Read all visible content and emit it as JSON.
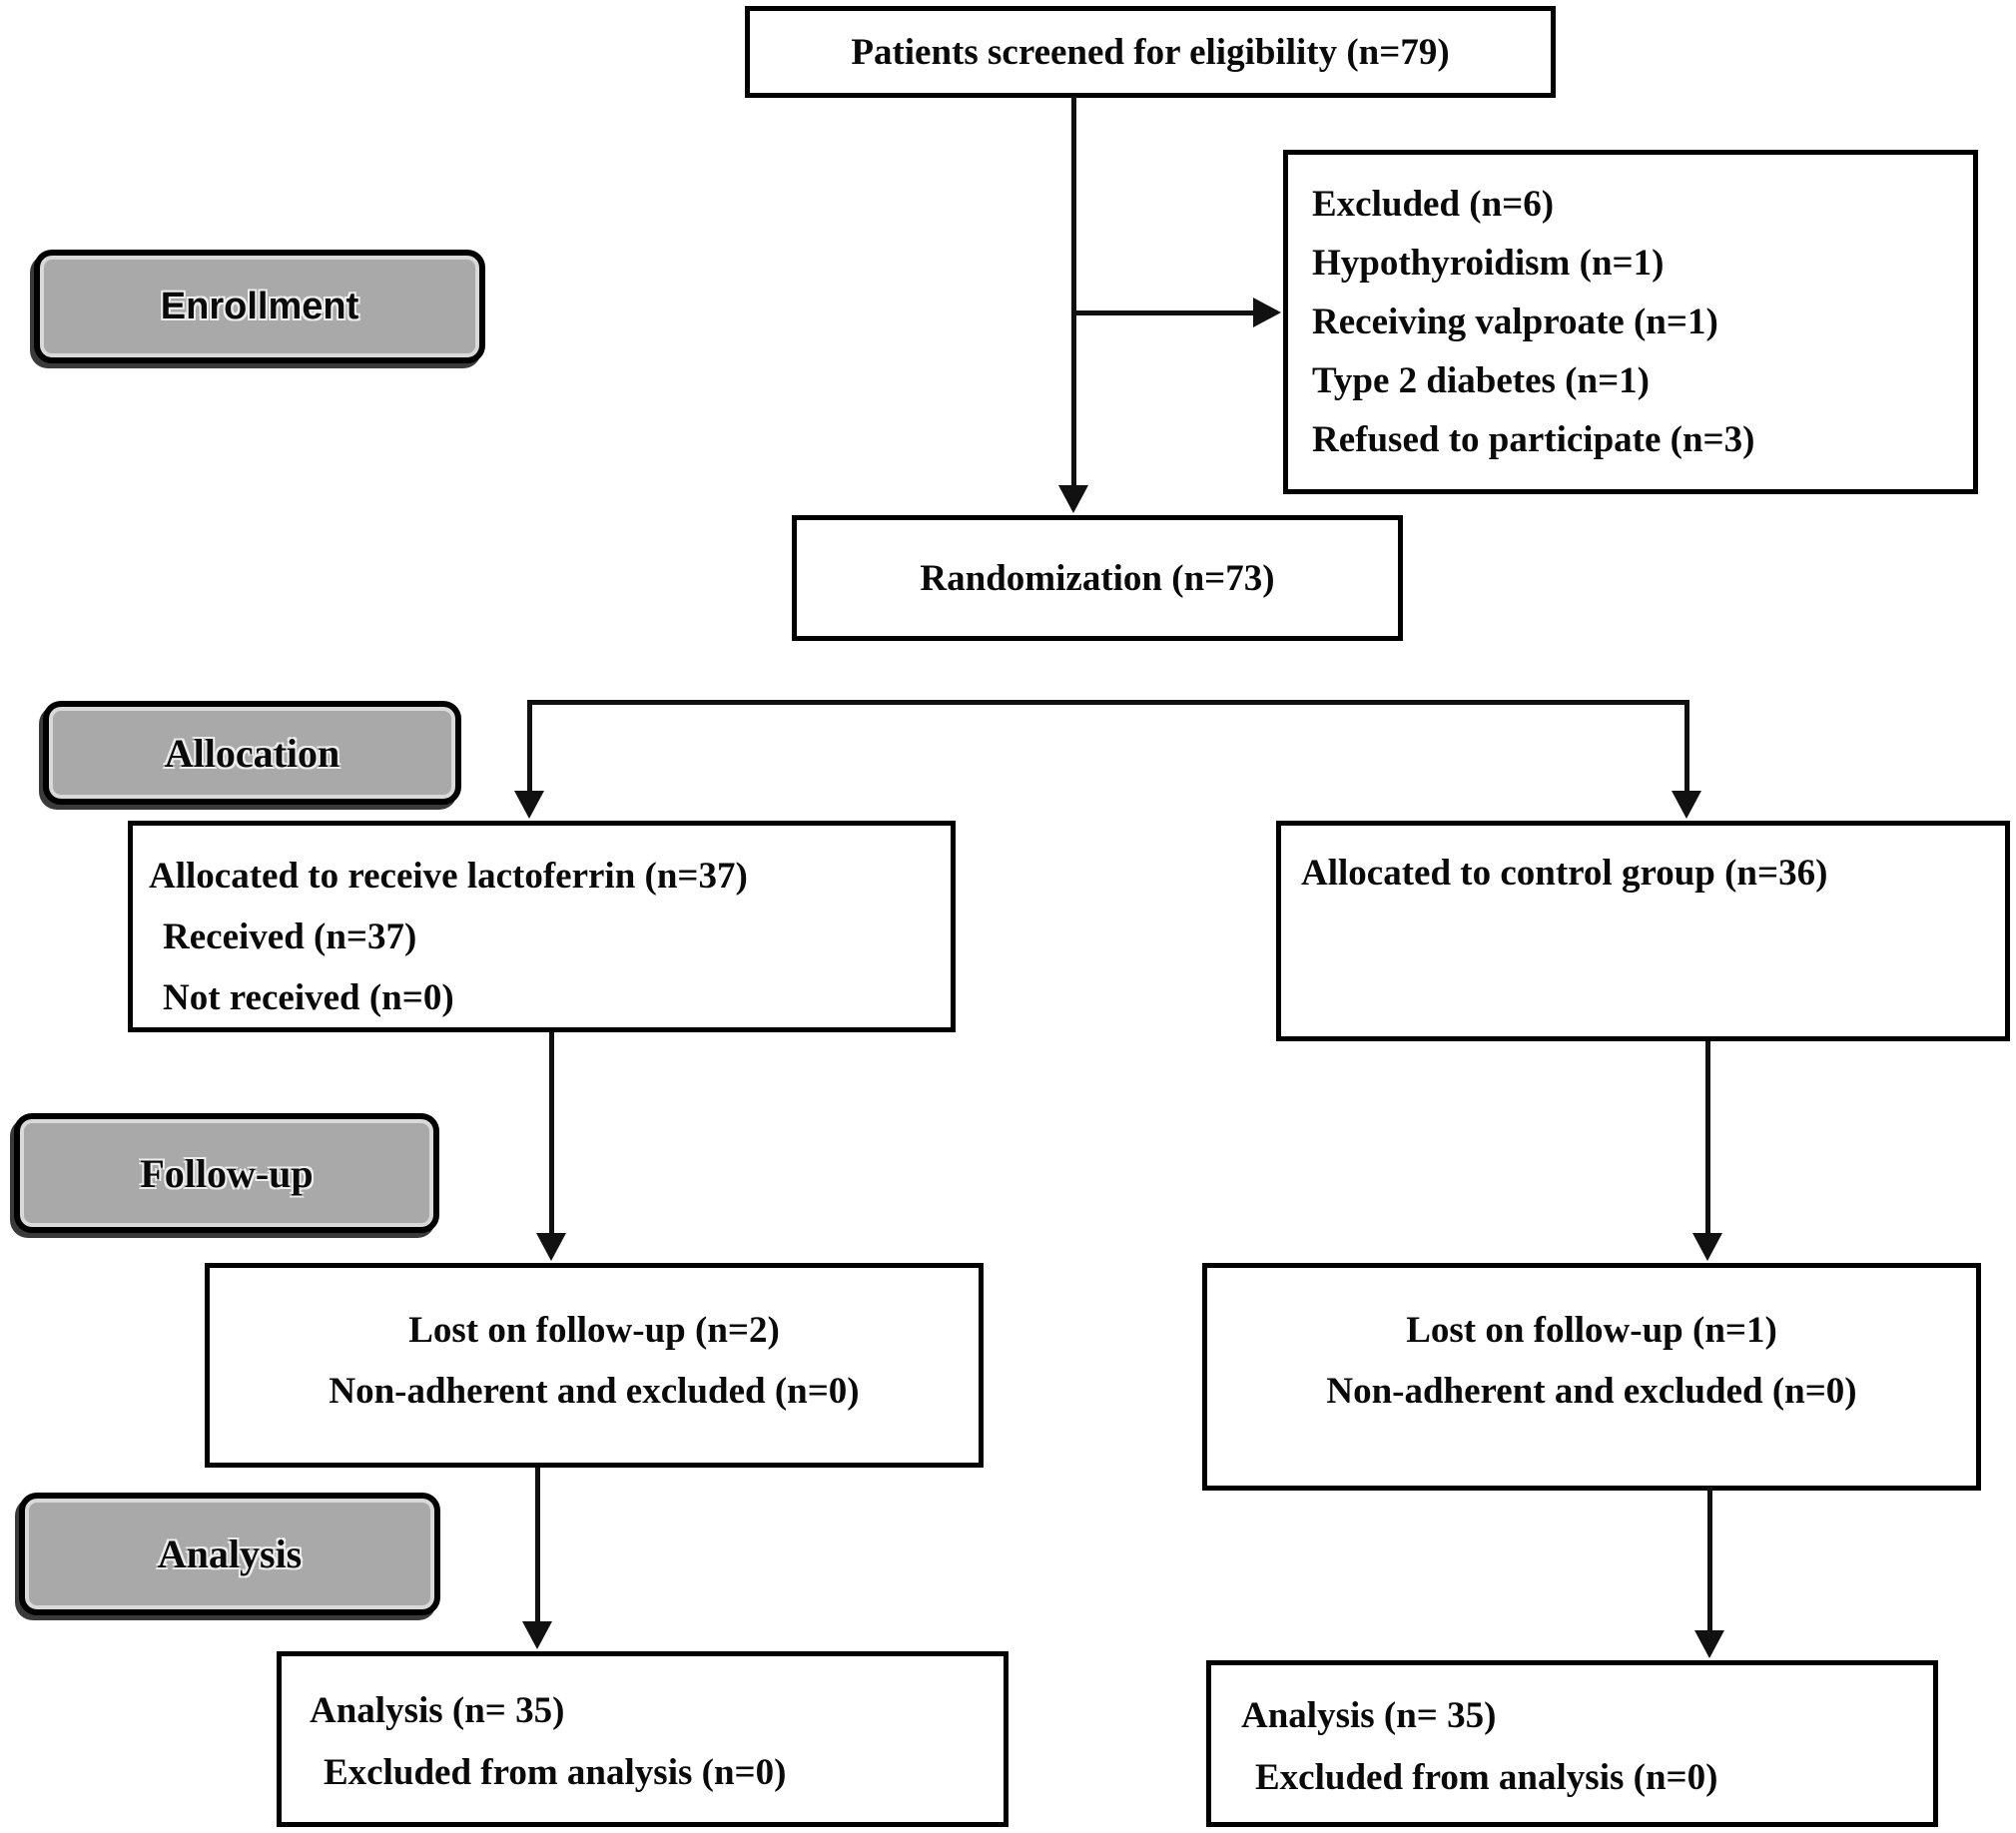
{
  "diagram_type": "CONSORT participant flow diagram",
  "colors": {
    "background": "#ffffff",
    "box_fill": "#ffffff",
    "box_border": "#000000",
    "stage_fill": "#a9a9a9",
    "stage_border": "#000000",
    "connector": "#111111",
    "text": "#0a0a0a"
  },
  "stages": {
    "enrollment": "Enrollment",
    "allocation": "Allocation",
    "followup": "Follow-up",
    "analysis": "Analysis"
  },
  "boxes": {
    "screened": {
      "line1": "Patients screened for eligibility (n=79)"
    },
    "excluded": {
      "line1": "Excluded (n=6)",
      "line2": "Hypothyroidism (n=1)",
      "line3": "Receiving valproate (n=1)",
      "line4": "Type 2 diabetes (n=1)",
      "line5": "Refused to participate (n=3)"
    },
    "randomization": {
      "line1": "Randomization (n=73)"
    },
    "alloc_lactoferrin": {
      "line1": "Allocated to receive lactoferrin (n=37)",
      "line2": "Received (n=37)",
      "line3": "Not received (n=0)"
    },
    "alloc_control": {
      "line1": "Allocated to control group (n=36)"
    },
    "followup_lactoferrin": {
      "line1": "Lost on follow-up (n=2)",
      "line2": "Non-adherent and excluded (n=0)"
    },
    "followup_control": {
      "line1": "Lost on follow-up (n=1)",
      "line2": "Non-adherent and excluded (n=0)"
    },
    "analysis_lactoferrin": {
      "line1": "Analysis (n= 35)",
      "line2": "Excluded from analysis (n=0)"
    },
    "analysis_control": {
      "line1": "Analysis (n= 35)",
      "line2": "Excluded from analysis (n=0)"
    }
  }
}
